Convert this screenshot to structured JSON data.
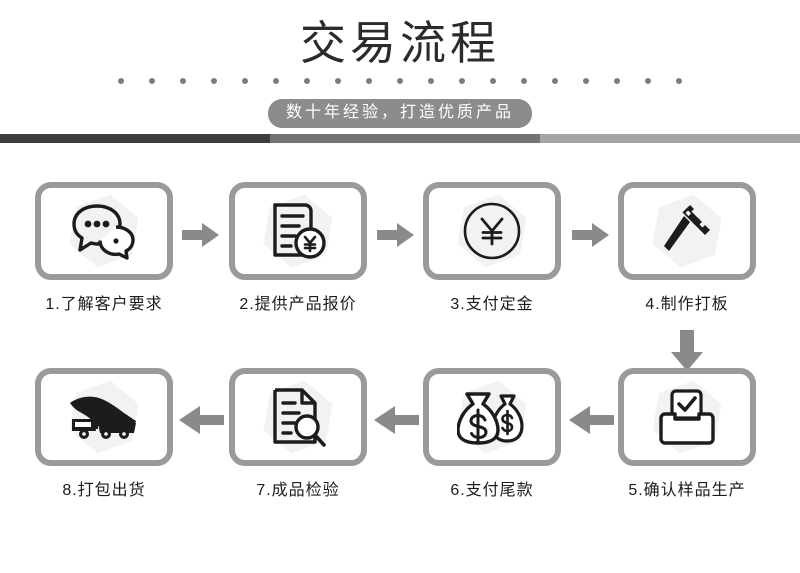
{
  "header": {
    "title": "交易流程",
    "badge": "数十年经验，打造优质产品",
    "dot_count": 19,
    "rule_colors": [
      "#3d3d3d",
      "#737373",
      "#a5a5a5"
    ]
  },
  "colors": {
    "title": "#2b2b2b",
    "badge_bg": "#8c8c8c",
    "badge_text": "#ffffff",
    "box_border": "#9a9a9a",
    "arrow": "#8a8a8a",
    "icon": "#1c1c1c",
    "label": "#1c1c1c",
    "blob": "#f2f2f2"
  },
  "flow": {
    "row1": [
      {
        "index": "1",
        "label": "1.了解客户要求",
        "icon": "chat-bubbles-icon"
      },
      {
        "index": "2",
        "label": "2.提供产品报价",
        "icon": "document-yen-icon"
      },
      {
        "index": "3",
        "label": "3.支付定金",
        "icon": "yen-circle-icon"
      },
      {
        "index": "4",
        "label": "4.制作打板",
        "icon": "gavel-hammer-icon"
      }
    ],
    "row2": [
      {
        "index": "8",
        "label": "8.打包出货",
        "icon": "truck-icon"
      },
      {
        "index": "7",
        "label": "7.成品检验",
        "icon": "document-search-icon"
      },
      {
        "index": "6",
        "label": "6.支付尾款",
        "icon": "money-bags-icon"
      },
      {
        "index": "5",
        "label": "5.确认样品生产",
        "icon": "ballot-box-check-icon"
      }
    ],
    "arrows": {
      "row1": [
        "arrow-right-icon",
        "arrow-right-icon",
        "arrow-right-icon"
      ],
      "row2": [
        "arrow-left-icon",
        "arrow-left-icon",
        "arrow-left-icon"
      ],
      "connector": "arrow-down-icon"
    }
  }
}
